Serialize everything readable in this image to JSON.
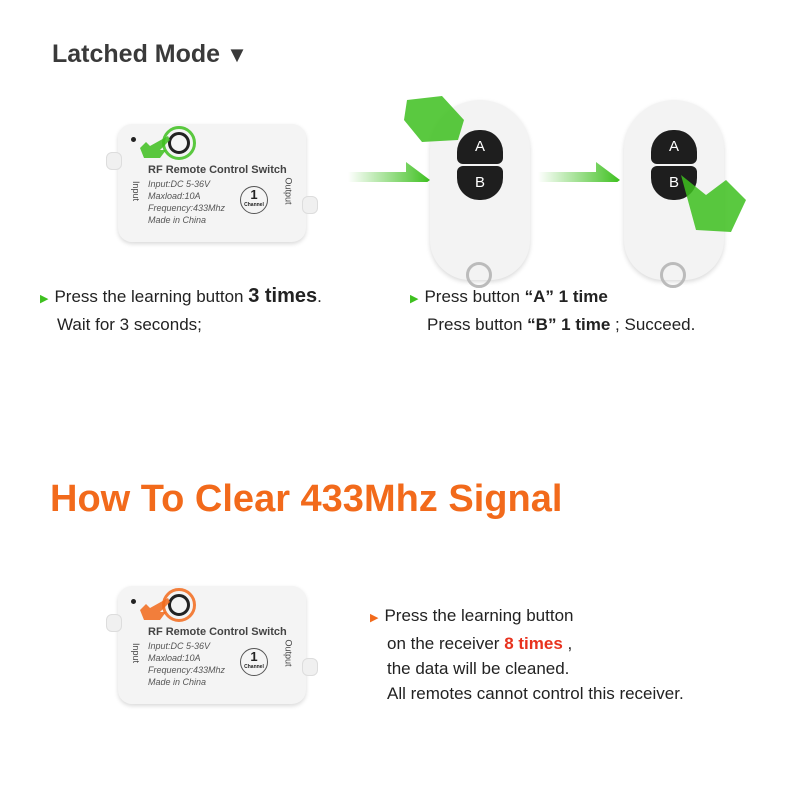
{
  "latched": {
    "title": "Latched Mode",
    "title_icon": "down-triangle"
  },
  "receiver": {
    "name": "RF Remote Control Switch",
    "input": "Input:DC 5-36V",
    "maxload": "Maxload:10A",
    "frequency": "Frequency:433Mhz",
    "origin": "Made in China",
    "input_label": "Input",
    "output_label": "Output",
    "channel_num": "1",
    "channel_label": "Channel"
  },
  "remote": {
    "button_a": "A",
    "button_b": "B"
  },
  "step1": {
    "line1_pre": "Press the learning button ",
    "line1_bold": "3 times",
    "line1_post": ".",
    "line2": "Wait for 3 seconds;"
  },
  "step2": {
    "l1_pre": "Press button ",
    "l1_btn": "“A”",
    "l1_bold": " 1 time",
    "l2_pre": "Press button ",
    "l2_btn": "“B”",
    "l2_bold": " 1 time",
    "l2_post": " ; Succeed."
  },
  "clear": {
    "title": "How To Clear 433Mhz Signal",
    "line1": "Press the learning button",
    "line2_pre": "on the receiver ",
    "line2_red": "8 times",
    "line2_post": " ,",
    "line3": "the data will be cleaned.",
    "line4": "All remotes cannot control this receiver."
  },
  "colors": {
    "green": "#3ec01f",
    "orange": "#f26a1b",
    "red": "#e8321e",
    "heading": "#3a3a3a"
  }
}
